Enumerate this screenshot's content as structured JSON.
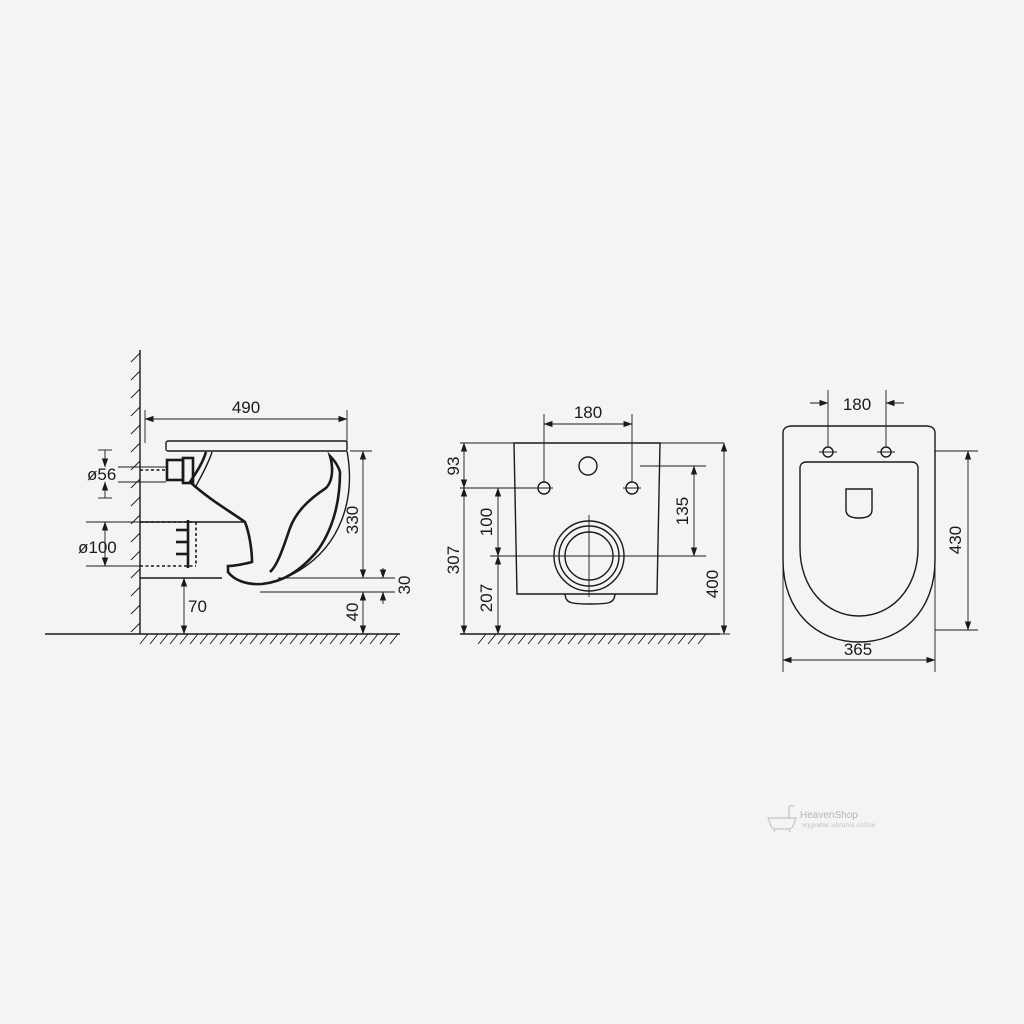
{
  "side_view": {
    "length": "490",
    "inlet_diameter": "ø56",
    "outlet_diameter": "ø100",
    "height_top": "330",
    "rim_offset": "30",
    "outlet_height": "70",
    "bottom_offset": "40"
  },
  "front_view": {
    "bolt_spacing": "180",
    "top_to_bolts": "93",
    "bolts_to_outlet": "100",
    "right_bolt_to_outlet": "135",
    "bolts_from_floor": "307",
    "outlet_from_floor": "207",
    "total_height": "400"
  },
  "top_view": {
    "bolt_spacing": "180",
    "depth": "430",
    "width": "365"
  },
  "watermark": {
    "brand": "HeavenShop",
    "tagline": "wygodne ubrania online"
  },
  "colors": {
    "line": "#1a1a1a",
    "background": "#f4f4f4",
    "watermark": "#b5b5b5"
  }
}
